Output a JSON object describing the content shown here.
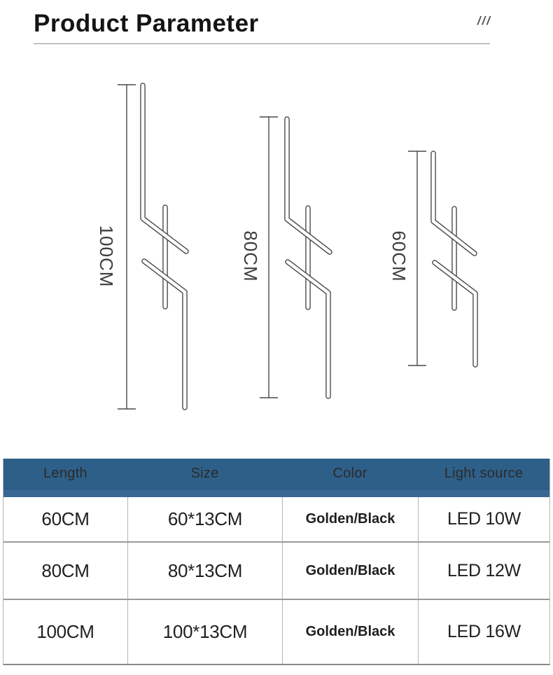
{
  "header": {
    "title": "Product Parameter",
    "decoration": "///"
  },
  "diagrams": [
    {
      "label": "100CM"
    },
    {
      "label": "80CM"
    },
    {
      "label": "60CM"
    }
  ],
  "spec_table": {
    "columns": [
      "Length",
      "Size",
      "Color",
      "Light source"
    ],
    "rows": [
      {
        "length": "60CM",
        "size": "60*13CM",
        "color": "Golden/Black",
        "light_source": "LED 10W"
      },
      {
        "length": "80CM",
        "size": "80*13CM",
        "color": "Golden/Black",
        "light_source": "LED 12W"
      },
      {
        "length": "100CM",
        "size": "100*13CM",
        "color": "Golden/Black",
        "light_source": "LED 16W"
      }
    ]
  },
  "colors": {
    "header_bg": "#2e5f88",
    "header_strip": "#376894",
    "diagram_line": "#454545",
    "table_border": "#9a9a9a",
    "text": "#1f1f1f"
  }
}
